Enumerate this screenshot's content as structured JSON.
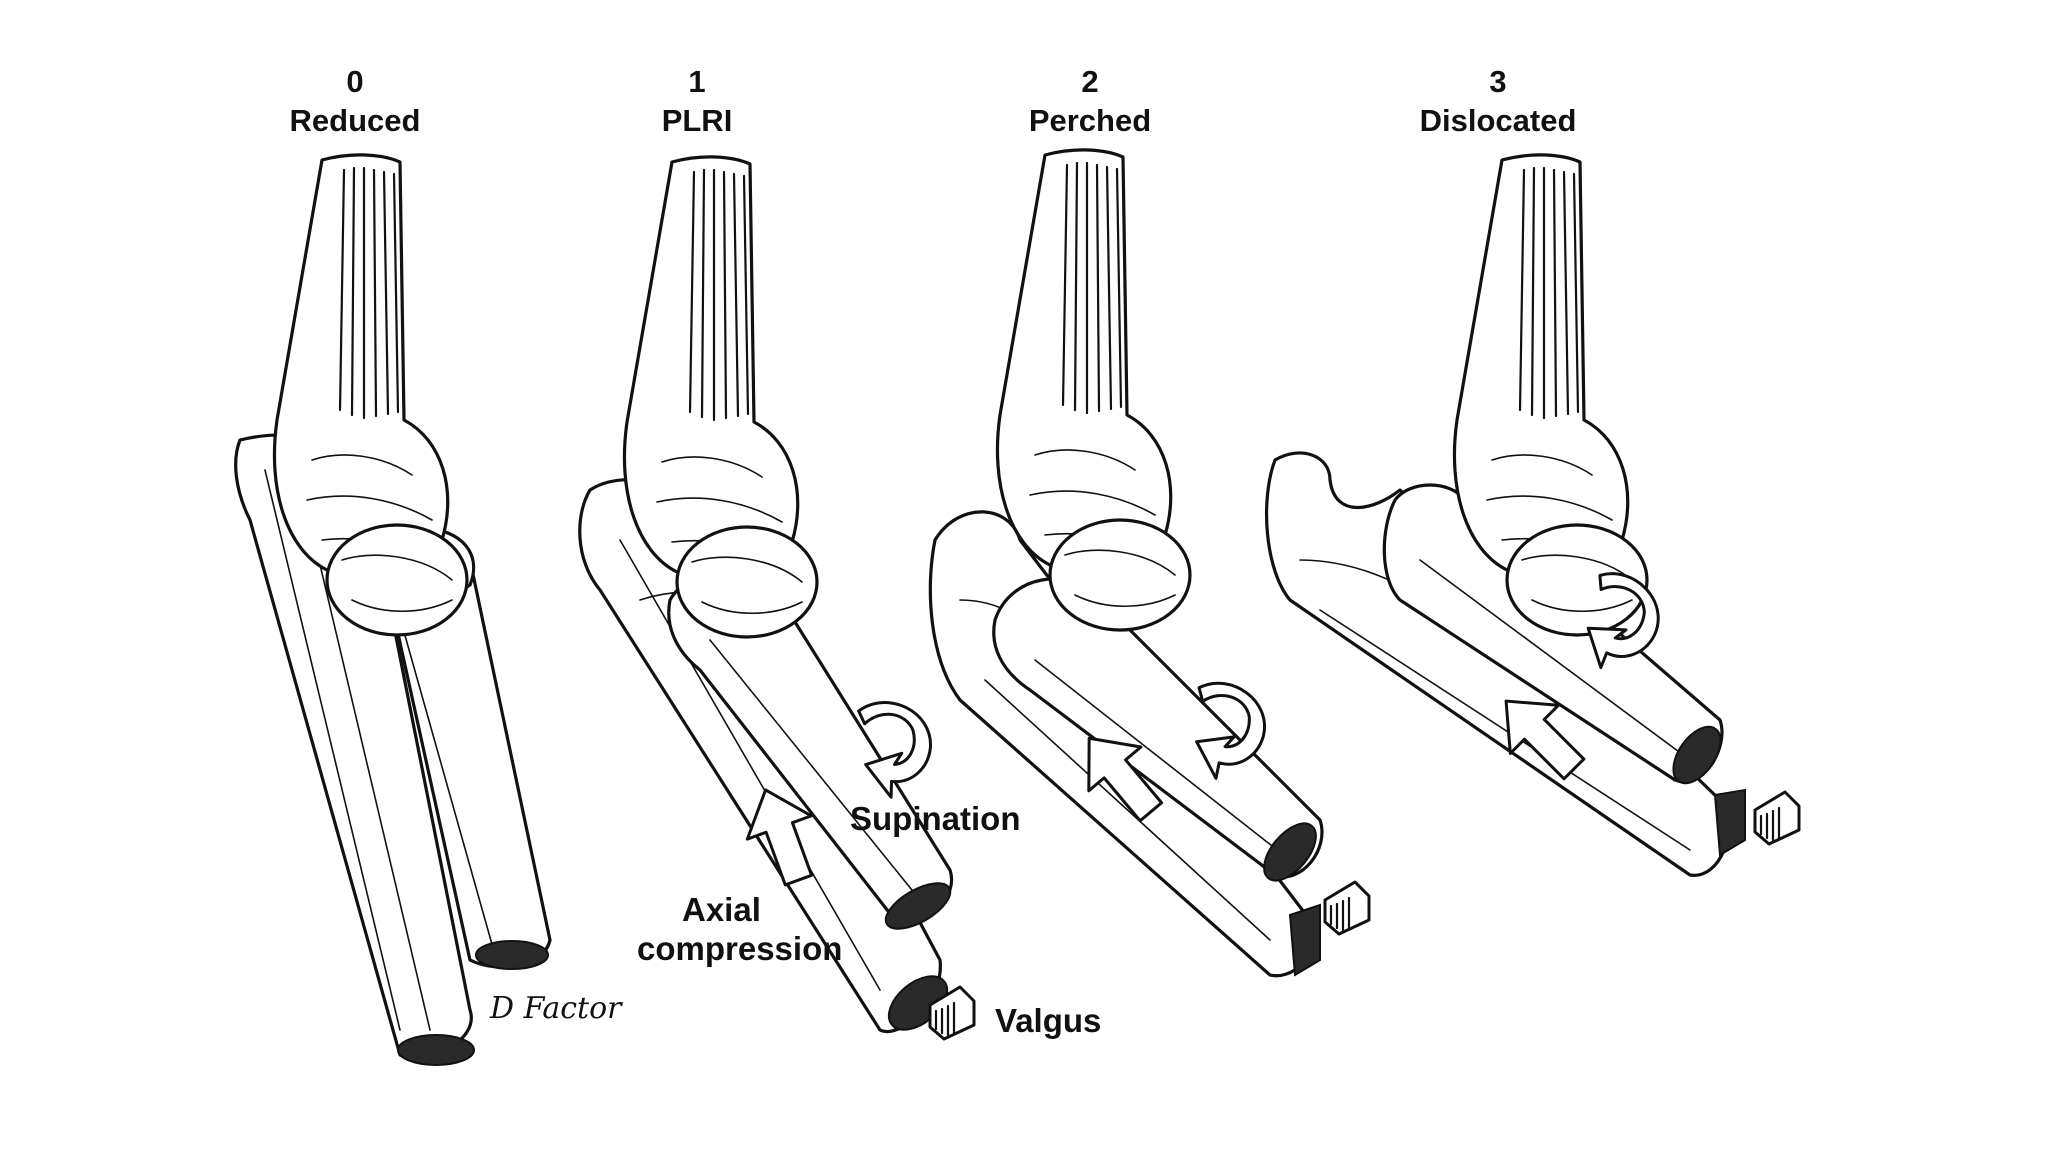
{
  "stages": [
    {
      "number": "0",
      "name": "Reduced"
    },
    {
      "number": "1",
      "name": "PLRI"
    },
    {
      "number": "2",
      "name": "Perched"
    },
    {
      "number": "3",
      "name": "Dislocated"
    }
  ],
  "annotations": {
    "supination": "Supination",
    "axial_line1": "Axial",
    "axial_line2": "compression",
    "valgus": "Valgus"
  },
  "signature": "D Factor",
  "icons": [
    "humerus-illustration",
    "ulna-illustration",
    "radius-illustration",
    "block-arrow-icon",
    "curved-arrow-icon"
  ]
}
